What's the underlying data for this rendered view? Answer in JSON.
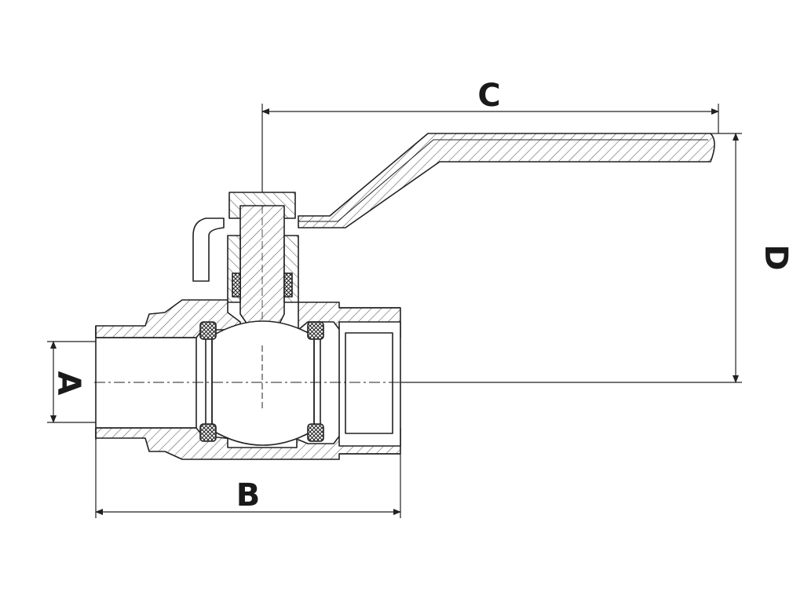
{
  "drawing": {
    "dimensions": {
      "a": "A",
      "b": "B",
      "c": "C",
      "d": "D"
    }
  }
}
